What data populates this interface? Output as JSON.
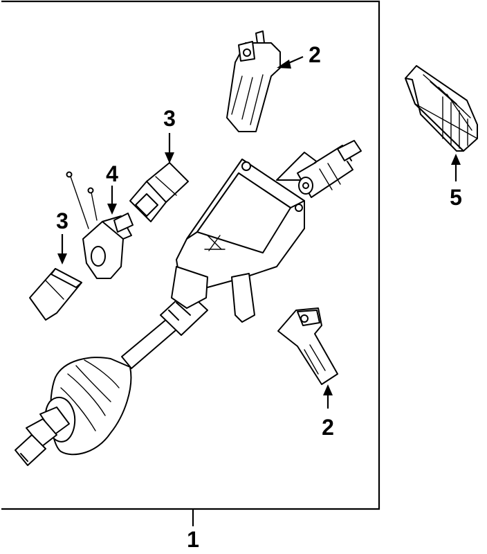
{
  "callouts": {
    "assembly": "1",
    "sensor_top": "2",
    "sensor_bottom": "2",
    "connector_upper": "3",
    "connector_lower": "3",
    "bracket": "4",
    "cover": "5"
  }
}
